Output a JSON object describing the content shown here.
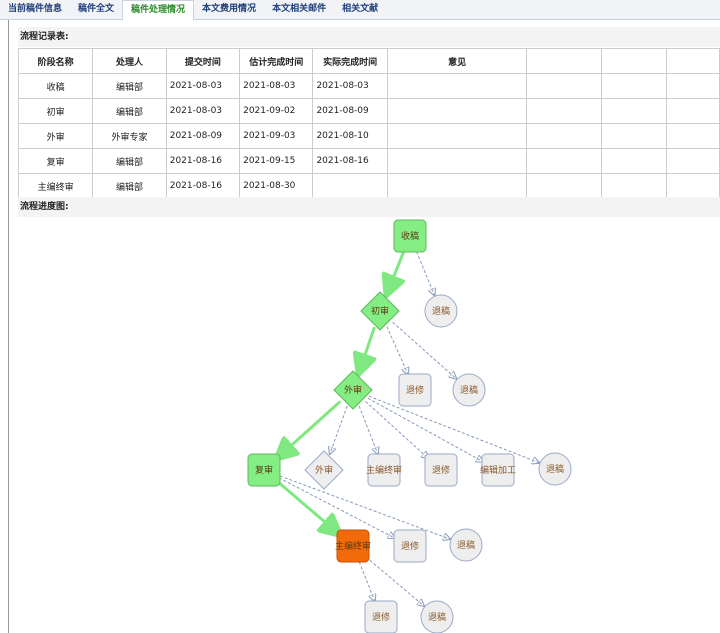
{
  "tabs": [
    "当前稿件信息",
    "稿件全文",
    "稿件处理情况",
    "本文费用情况",
    "本文相关邮件",
    "相关文献"
  ],
  "active_tab": 2,
  "record_title": "流程记录表:",
  "table": {
    "headers": [
      "阶段名称",
      "处理人",
      "提交时间",
      "估计完成时间",
      "实际完成时间",
      "意见"
    ],
    "rows": [
      [
        "收稿",
        "编辑部",
        "2021-08-03",
        "2021-08-03",
        "2021-08-03",
        ""
      ],
      [
        "初审",
        "编辑部",
        "2021-08-03",
        "2021-09-02",
        "2021-08-09",
        ""
      ],
      [
        "外审",
        "外审专家",
        "2021-08-09",
        "2021-09-03",
        "2021-08-10",
        ""
      ],
      [
        "复审",
        "编辑部",
        "2021-08-16",
        "2021-09-15",
        "2021-08-16",
        ""
      ],
      [
        "主编终审",
        "编辑部",
        "2021-08-16",
        "2021-08-30",
        "",
        ""
      ]
    ]
  },
  "diagram_title": "流程进度图:",
  "colors": {
    "done": "#84ee84",
    "current": "#f36a0a",
    "pending": "#eeeeee",
    "done_edge": "#80e880",
    "pending_edge": "#8899bb"
  },
  "nodes": [
    {
      "id": "n1",
      "label": "收稿",
      "shape": "rect",
      "status": "done"
    },
    {
      "id": "n2",
      "label": "退稿",
      "shape": "circle",
      "status": "pending"
    },
    {
      "id": "n3",
      "label": "初审",
      "shape": "diamond",
      "status": "done"
    },
    {
      "id": "n4",
      "label": "外审",
      "shape": "diamond",
      "status": "done"
    },
    {
      "id": "n5",
      "label": "退修",
      "shape": "rect",
      "status": "pending"
    },
    {
      "id": "n6",
      "label": "退稿",
      "shape": "circle",
      "status": "pending"
    },
    {
      "id": "n7",
      "label": "复审",
      "shape": "rect",
      "status": "done"
    },
    {
      "id": "n8",
      "label": "外审",
      "shape": "diamond",
      "status": "pending"
    },
    {
      "id": "n9",
      "label": "主编终审",
      "shape": "rect",
      "status": "pending"
    },
    {
      "id": "n10",
      "label": "退修",
      "shape": "rect",
      "status": "pending"
    },
    {
      "id": "n11",
      "label": "编辑加工",
      "shape": "rect",
      "status": "pending"
    },
    {
      "id": "n12",
      "label": "退稿",
      "shape": "circle",
      "status": "pending"
    },
    {
      "id": "n13",
      "label": "主编终审",
      "shape": "rect",
      "status": "current"
    },
    {
      "id": "n14",
      "label": "退修",
      "shape": "rect",
      "status": "pending"
    },
    {
      "id": "n15",
      "label": "退稿",
      "shape": "circle",
      "status": "pending"
    },
    {
      "id": "n16",
      "label": "退修",
      "shape": "rect",
      "status": "pending"
    },
    {
      "id": "n17",
      "label": "退稿",
      "shape": "circle",
      "status": "pending"
    }
  ],
  "edges": [
    [
      "n1",
      "n3",
      1
    ],
    [
      "n1",
      "n2",
      0
    ],
    [
      "n3",
      "n4",
      1
    ],
    [
      "n3",
      "n5",
      0
    ],
    [
      "n3",
      "n6",
      0
    ],
    [
      "n4",
      "n7",
      1
    ],
    [
      "n4",
      "n8",
      0
    ],
    [
      "n4",
      "n9",
      0
    ],
    [
      "n4",
      "n10",
      0
    ],
    [
      "n4",
      "n11",
      0
    ],
    [
      "n4",
      "n12",
      0
    ],
    [
      "n7",
      "n13",
      1
    ],
    [
      "n7",
      "n14",
      0
    ],
    [
      "n7",
      "n15",
      0
    ],
    [
      "n13",
      "n16",
      0
    ],
    [
      "n13",
      "n17",
      0
    ]
  ]
}
